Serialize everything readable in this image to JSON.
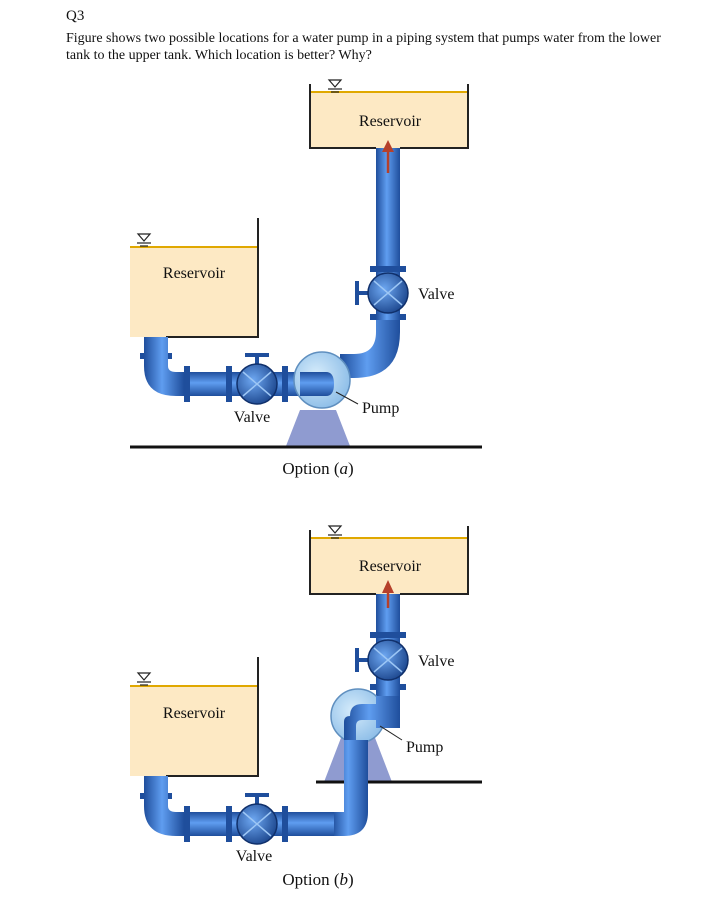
{
  "question": {
    "number": "Q3",
    "text": "Figure shows two possible locations for a water pump in a piping system that pumps water from the lower tank to the upper tank. Which location is better? Why?"
  },
  "colors": {
    "reservoir_fill": "#fde9c4",
    "water_line": "#e0a800",
    "pipe": "#3d7ee0",
    "pipe_dark": "#1f4e9c",
    "pump_casing": "#aed3f0",
    "pump_base": "#8f9bd0",
    "flow_arrow": "#b5402b",
    "ground": "#111111"
  },
  "option_a": {
    "caption_prefix": "Option (",
    "caption_letter": "a",
    "caption_suffix": ")",
    "upper_reservoir_label": "Reservoir",
    "lower_reservoir_label": "Reservoir",
    "upper_valve_label": "Valve",
    "lower_valve_label": "Valve",
    "pump_label": "Pump"
  },
  "option_b": {
    "caption_prefix": "Option (",
    "caption_letter": "b",
    "caption_suffix": ")",
    "upper_reservoir_label": "Reservoir",
    "lower_reservoir_label": "Reservoir",
    "upper_valve_label": "Valve",
    "lower_valve_label": "Valve",
    "pump_label": "Pump"
  }
}
